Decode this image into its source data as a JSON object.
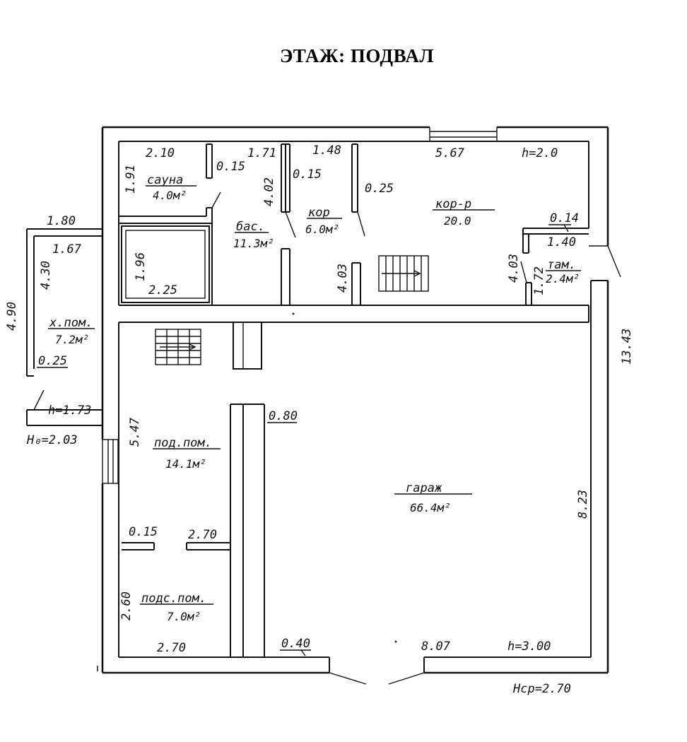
{
  "title": "ЭТАЖ: ПОДВАЛ",
  "rooms": {
    "sauna": {
      "name": "сауна",
      "area": "4.0м²"
    },
    "pool": {
      "name": "бас.",
      "area": "11.3м²"
    },
    "corridor_small": {
      "name": "кор",
      "area": "6.0м²"
    },
    "corridor": {
      "name": "кор-р",
      "area": "20.0"
    },
    "vestibule": {
      "name": "там.",
      "area": "2.4м²"
    },
    "storage": {
      "name": "х.пом.",
      "area": "7.2м²"
    },
    "underground_room": {
      "name": "под.пом.",
      "area": "14.1м²"
    },
    "utility_room": {
      "name": "подс.пом.",
      "area": "7.0м²"
    },
    "garage": {
      "name": "гараж",
      "area": "66.4м²"
    }
  },
  "dimensions": {
    "d_2_10": "2.10",
    "d_1_91": "1.91",
    "d_0_15a": "0.15",
    "d_1_71": "1.71",
    "d_4_02": "4.02",
    "d_0_15b": "0.15",
    "d_1_48": "1.48",
    "d_0_25a": "0.25",
    "d_5_67": "5.67",
    "d_h2": "h=2.0",
    "d_0_14": "0.14",
    "d_1_40": "1.40",
    "d_4_03a": "4.03",
    "d_1_72": "1.72",
    "d_4_03b": "4.03",
    "d_1_96": "1.96",
    "d_2_25": "2.25",
    "d_1_80": "1.80",
    "d_1_67": "1.67",
    "d_4_30": "4.30",
    "d_4_90": "4.90",
    "d_0_25b": "0.25",
    "d_h173": "h=1.73",
    "d_H0": "H₀=2.03",
    "d_5_47": "5.47",
    "d_0_80": "0.80",
    "d_13_43": "13.43",
    "d_8_23": "8.23",
    "d_0_15c": "0.15",
    "d_2_70a": "2.70",
    "d_2_60": "2.60",
    "d_2_70b": "2.70",
    "d_0_40": "0.40",
    "d_8_07": "8.07",
    "d_h300": "h=3.00",
    "d_Hcp": "Hср=2.70"
  }
}
